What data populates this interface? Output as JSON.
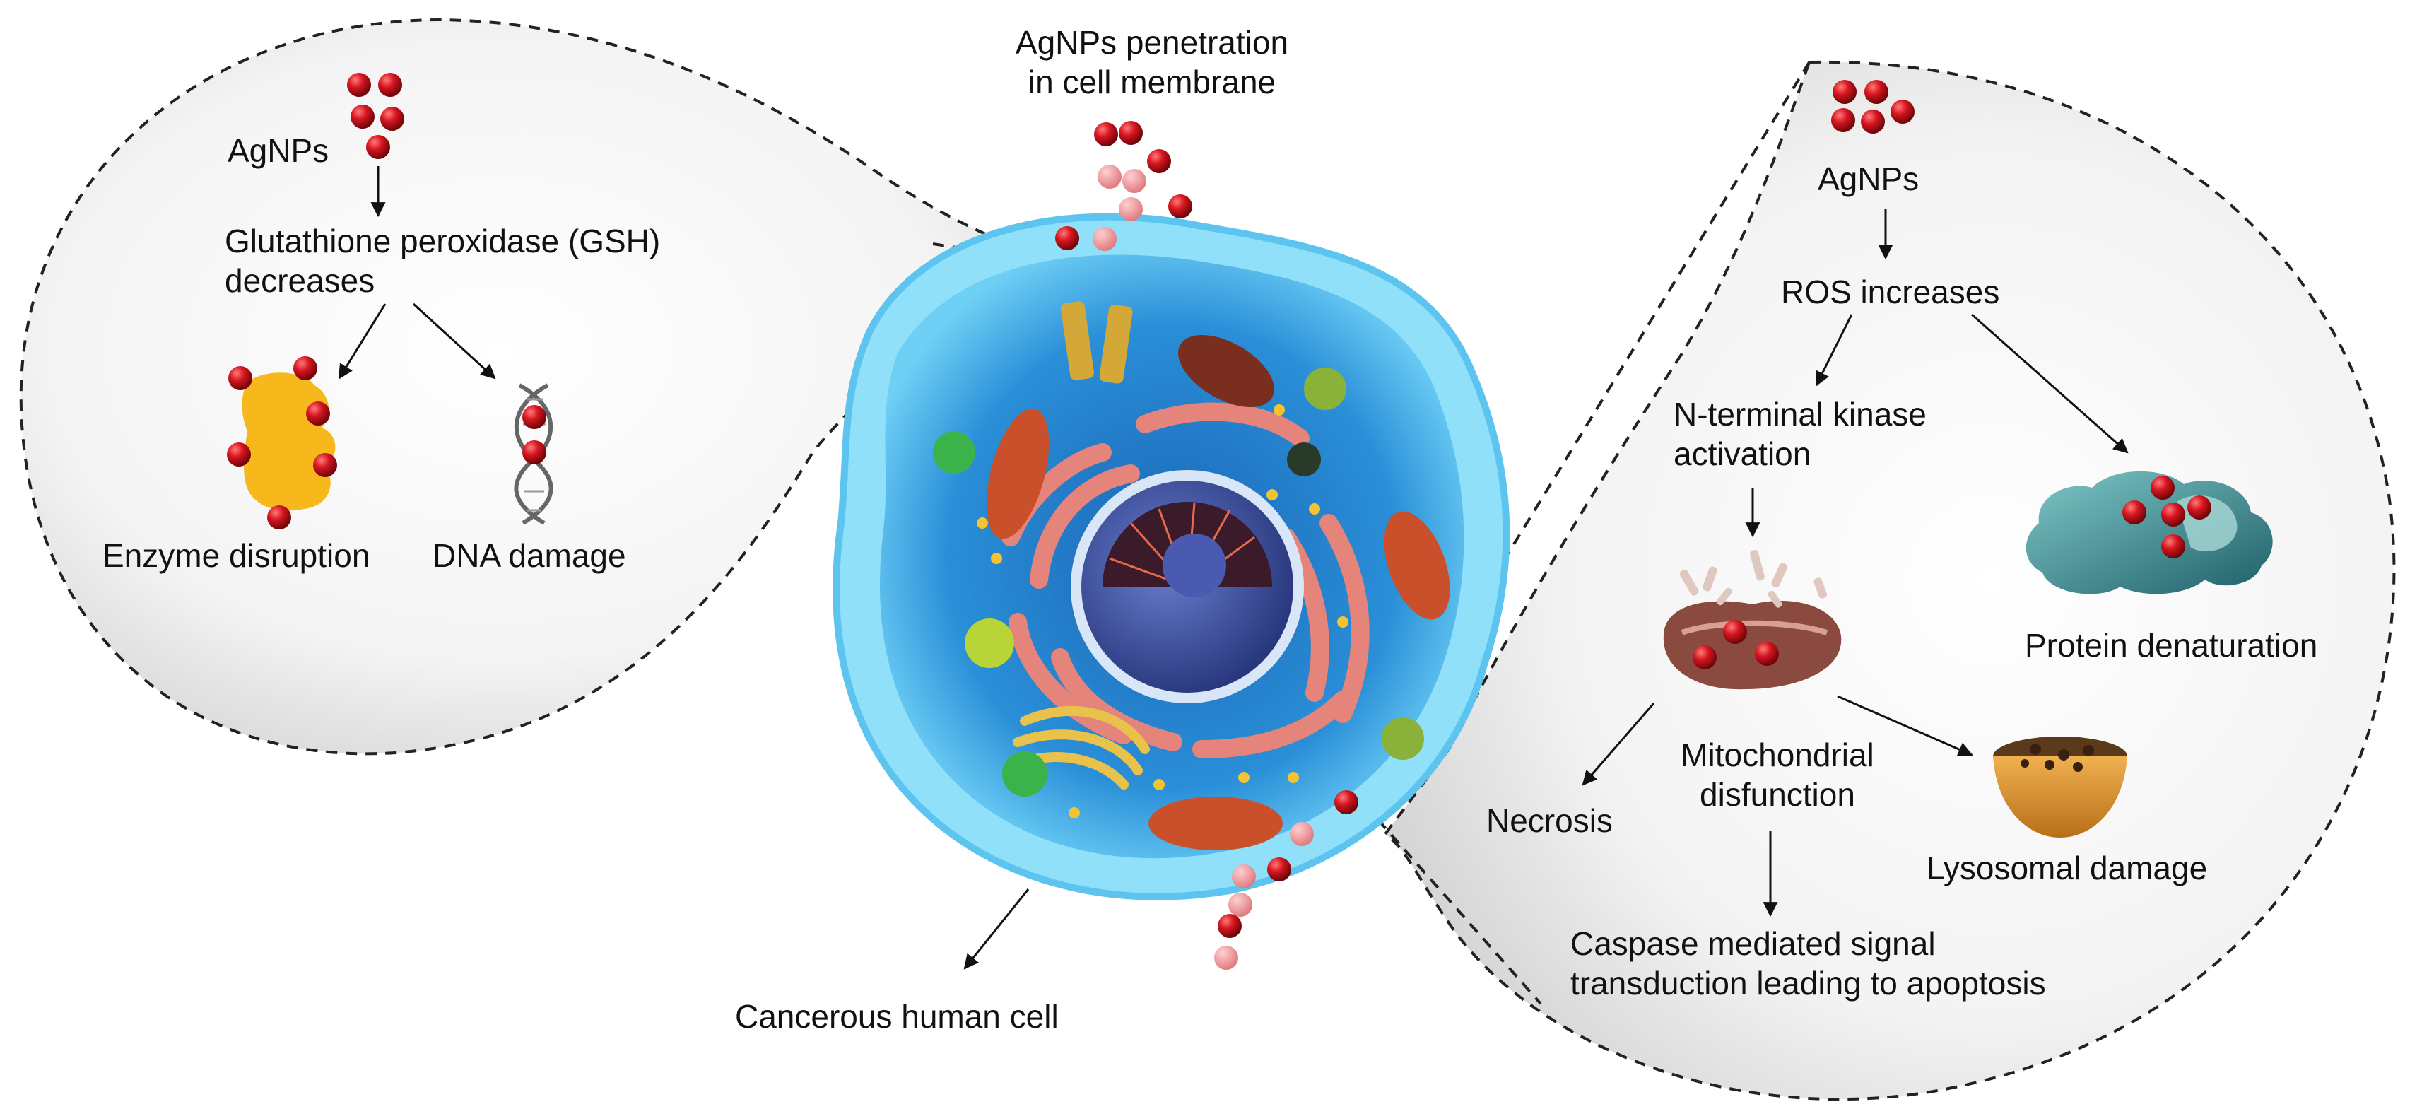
{
  "labels": {
    "agnps_left": "AgNPs",
    "gsh_line1": "Glutathione peroxidase (GSH)",
    "gsh_line2": "decreases",
    "enzyme_disruption": "Enzyme disruption",
    "dna_damage": "DNA damage",
    "penetration_line1": "AgNPs penetration",
    "penetration_line2": "in cell membrane",
    "cancerous_cell": "Cancerous human cell",
    "agnps_right": "AgNPs",
    "ros_increases": "ROS increases",
    "nterminal_line1": "N-terminal kinase",
    "nterminal_line2": "activation",
    "protein_denaturation": "Protein denaturation",
    "mito_line1": "Mitochondrial",
    "mito_line2": "disfunction",
    "necrosis": "Necrosis",
    "lysosomal_damage": "Lysosomal damage",
    "caspase_line1": "Caspase mediated signal",
    "caspase_line2": "transduction leading to apoptosis"
  },
  "colors": {
    "nanoparticle": "#c8101b",
    "membrane": "#38a8e0",
    "cytoplasm": "#2a86cc",
    "nucleus": "#3a4f9e",
    "er": "#e5847a",
    "enzyme": "#f6b81b",
    "protein": "#2f7f86",
    "lysosome": "#d08a30",
    "mitochondria": "#8a4a40",
    "dashed_outline": "#222222"
  }
}
